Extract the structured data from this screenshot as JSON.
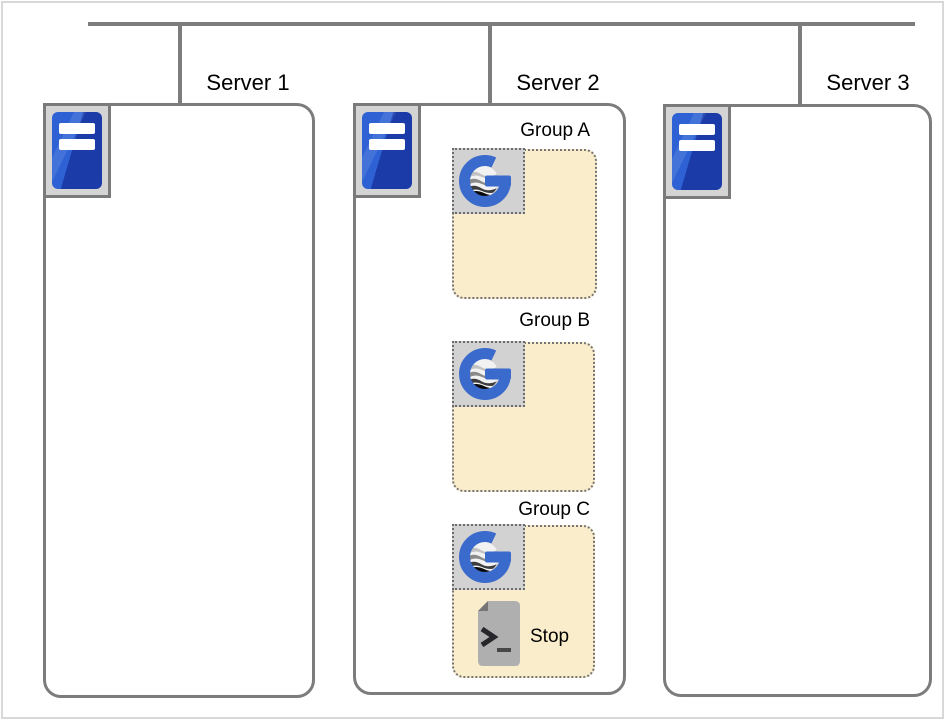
{
  "servers": [
    {
      "label": "Server 1"
    },
    {
      "label": "Server 2"
    },
    {
      "label": "Server 3"
    }
  ],
  "groups": [
    {
      "label": "Group A"
    },
    {
      "label": "Group B"
    },
    {
      "label": "Group C"
    }
  ],
  "task": {
    "label": "Stop"
  },
  "icons": {
    "server": "server-tower-icon",
    "agent": "goanywhere-agent-icon",
    "script": "script-task-icon"
  },
  "colors": {
    "connector": "#7D7D7D",
    "box_border": "#7C7C7C",
    "group_fill": "#FAEDCB",
    "group_border": "#757575",
    "icon_tile_bg": "#D3D3D3",
    "logo_blue": "#3A6BCC",
    "server_blue_light": "#2E62D4",
    "server_blue_dark": "#1A3BA8",
    "document_gray": "#AFAFAF"
  }
}
